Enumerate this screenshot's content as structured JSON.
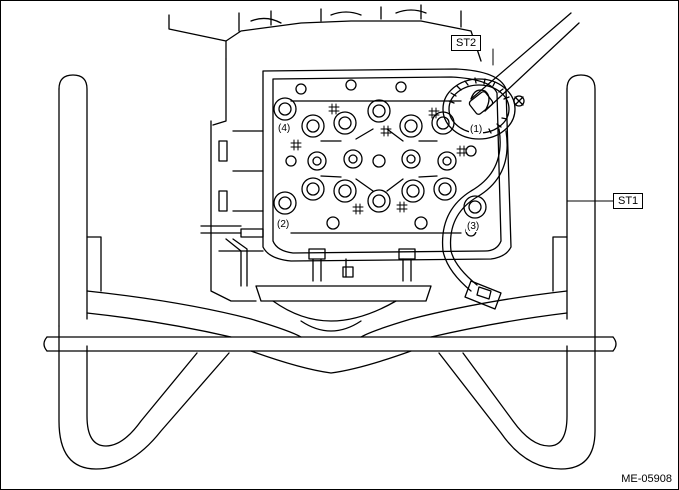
{
  "figure": {
    "callouts": {
      "st1": "ST1",
      "st2": "ST2"
    },
    "bolt_labels": {
      "b1": "(1)",
      "b2": "(2)",
      "b3": "(3)",
      "b4": "(4)"
    },
    "figure_id": "ME-05908"
  },
  "colors": {
    "line": "#000000",
    "background": "#ffffff"
  }
}
